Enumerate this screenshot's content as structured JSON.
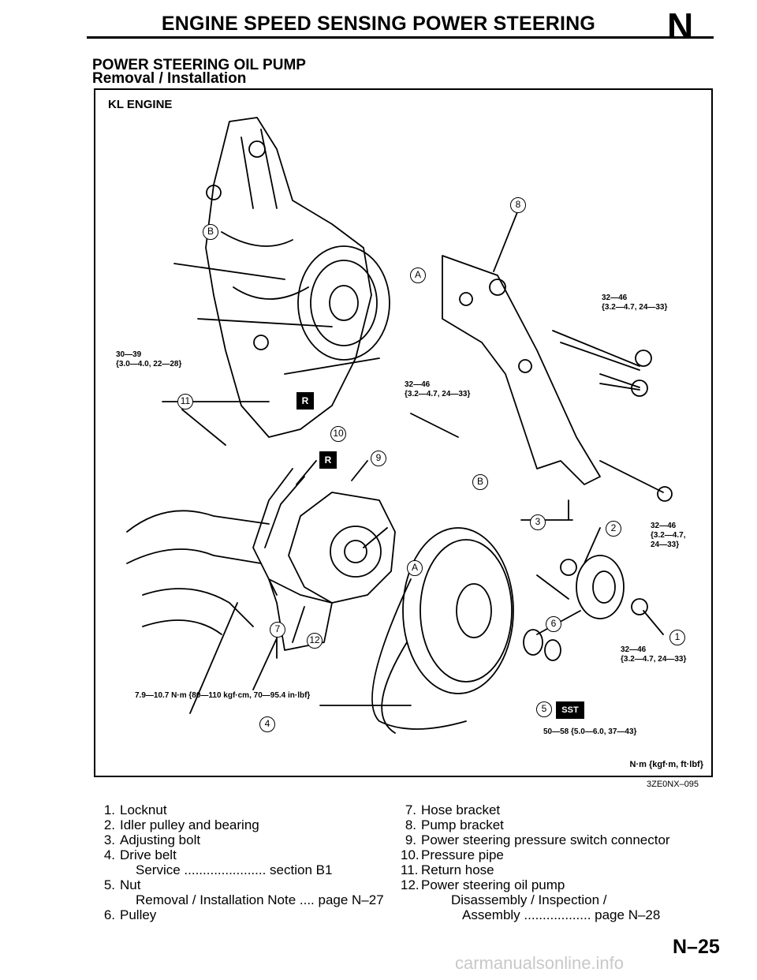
{
  "header": {
    "title": "ENGINE SPEED SENSING POWER STEERING",
    "section_letter": "N"
  },
  "section": {
    "title": "POWER STEERING OIL PUMP",
    "subtitle": "Removal / Installation"
  },
  "figure": {
    "engine_label": "KL ENGINE",
    "units_label": "N·m {kgf·m, ft·lbf}",
    "figure_code": "3ZE0NX–095",
    "torques": {
      "t_30_39": [
        "30—39",
        "{3.0—4.0, 22—28}"
      ],
      "t_32_46_top": [
        "32—46",
        "{3.2—4.7, 24—33}"
      ],
      "t_32_46_mid": [
        "32—46",
        "{3.2—4.7, 24—33}"
      ],
      "t_32_46_right": [
        "32—46",
        "{3.2—4.7,",
        "24—33}"
      ],
      "t_32_46_bottom": [
        "32—46",
        "{3.2—4.7, 24—33}"
      ],
      "t_7_9": "7.9—10.7 N·m {80—110 kgf·cm, 70—95.4 in·lbf}",
      "t_50_58": "50—58 {5.0—6.0, 37—43}"
    },
    "callouts": {
      "c1": "1",
      "c2": "2",
      "c3": "3",
      "c4": "4",
      "c5": "5",
      "c6": "6",
      "c7": "7",
      "c8": "8",
      "c9": "9",
      "c10": "10",
      "c11": "11",
      "c12": "12",
      "cA1": "A",
      "cA2": "A",
      "cB1": "B",
      "cB2": "B"
    },
    "badges": {
      "r": "R",
      "sst": "SST"
    }
  },
  "legend": {
    "left": [
      {
        "num": "1.",
        "text": "Locknut"
      },
      {
        "num": "2.",
        "text": "Idler pulley and bearing"
      },
      {
        "num": "3.",
        "text": "Adjusting bolt"
      },
      {
        "num": "4.",
        "text": "Drive belt"
      },
      {
        "sub": "Service ...................... section B1"
      },
      {
        "num": "5.",
        "text": "Nut"
      },
      {
        "sub": "Removal / Installation Note .... page N–27"
      },
      {
        "num": "6.",
        "text": "Pulley"
      }
    ],
    "right": [
      {
        "num": "7.",
        "text": "Hose bracket"
      },
      {
        "num": "8.",
        "text": "Pump bracket"
      },
      {
        "num": "9.",
        "text": "Power steering pressure switch connector"
      },
      {
        "num": "10.",
        "text": "Pressure pipe"
      },
      {
        "num": "11.",
        "text": "Return hose"
      },
      {
        "num": "12.",
        "text": "Power steering oil pump"
      },
      {
        "sub": "Disassembly / Inspection /"
      },
      {
        "sub": "Assembly .................. page N–28"
      }
    ]
  },
  "page_number": "N–25",
  "watermark": "carmanualsonline.info"
}
